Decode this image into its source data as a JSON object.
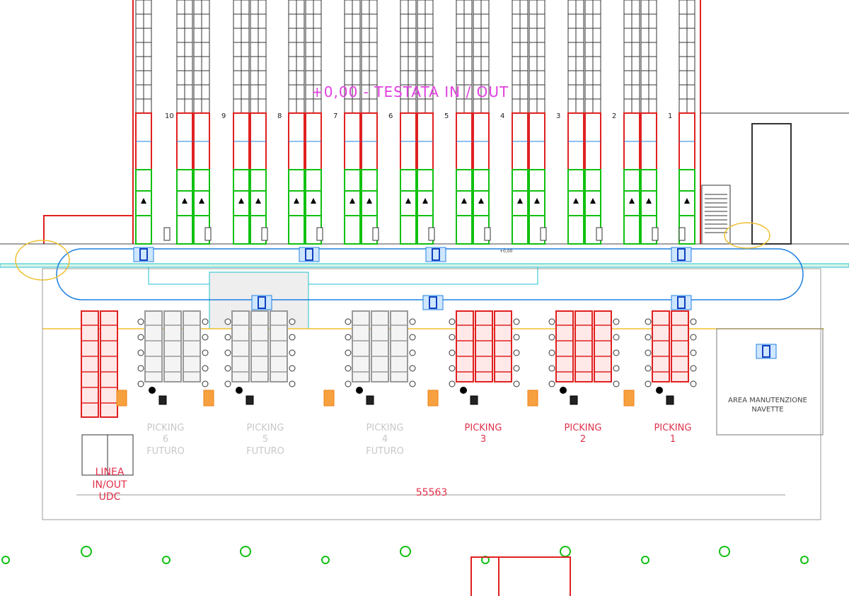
{
  "title": "+0,00 - TESTATA IN / OUT",
  "level_mark": "+0,00",
  "aisles": [
    "10",
    "9",
    "8",
    "7",
    "6",
    "5",
    "4",
    "3",
    "2",
    "1"
  ],
  "picking": [
    {
      "label": "PICKING\n6\nFUTURO",
      "future": true
    },
    {
      "label": "PICKING\n5\nFUTURO",
      "future": true
    },
    {
      "label": "PICKING\n4\nFUTURO",
      "future": true
    },
    {
      "label": "PICKING\n3",
      "future": false
    },
    {
      "label": "PICKING\n2",
      "future": false
    },
    {
      "label": "PICKING\n1",
      "future": false
    }
  ],
  "linea": "LINEA\nIN/OUT\nUDC",
  "dimension": "55563",
  "area_label": "AREA MANUTENZIONE\nNAVETTE",
  "colors": {
    "rack": "#e02020",
    "green": "#10c010",
    "blue": "#2080e0",
    "magenta": "#e040e0",
    "yellow": "#f0c030",
    "orange": "#f08010",
    "cyan": "#20c0d0"
  }
}
